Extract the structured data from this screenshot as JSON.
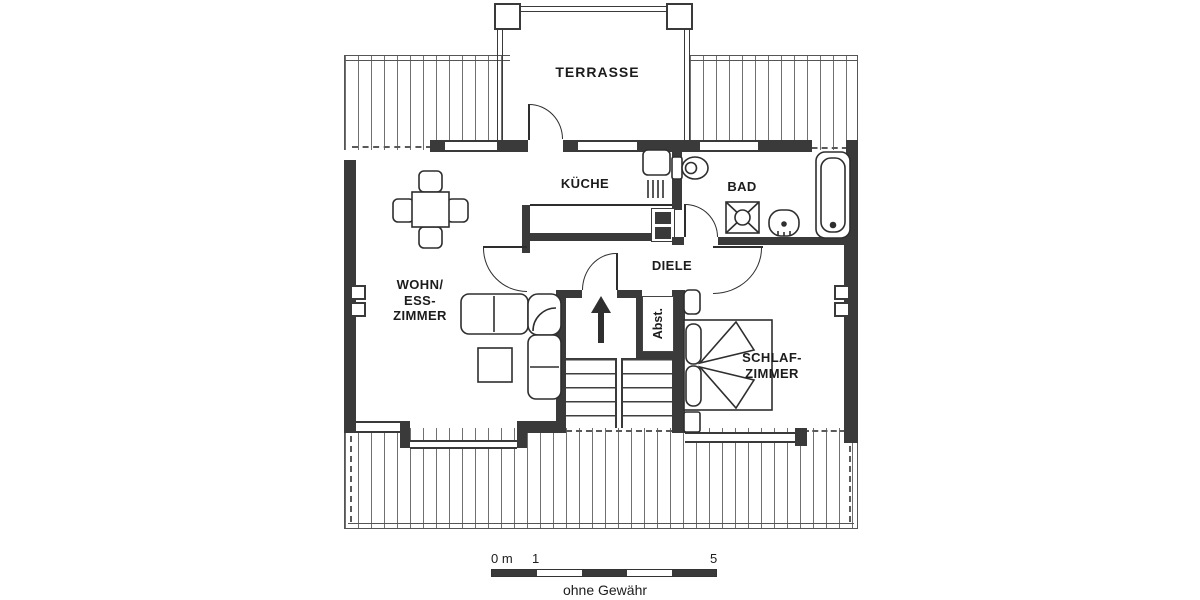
{
  "plan": {
    "rooms": {
      "terrasse": "TERRASSE",
      "kueche": "KÜCHE",
      "bad": "BAD",
      "diele": "DIELE",
      "wohn_ess_zimmer": [
        "WOHN/",
        "ESS-",
        "ZIMMER"
      ],
      "schlafzimmer": [
        "SCHLAF-",
        "ZIMMER"
      ],
      "abstellraum": "Abst."
    },
    "scale": {
      "start": "0 m",
      "mid": "1",
      "end": "5",
      "disclaimer": "ohne Gewähr"
    },
    "colors": {
      "wall": "#3a3a3a",
      "line": "#2e2e2e",
      "hatch": "#707070",
      "background": "#ffffff"
    }
  }
}
